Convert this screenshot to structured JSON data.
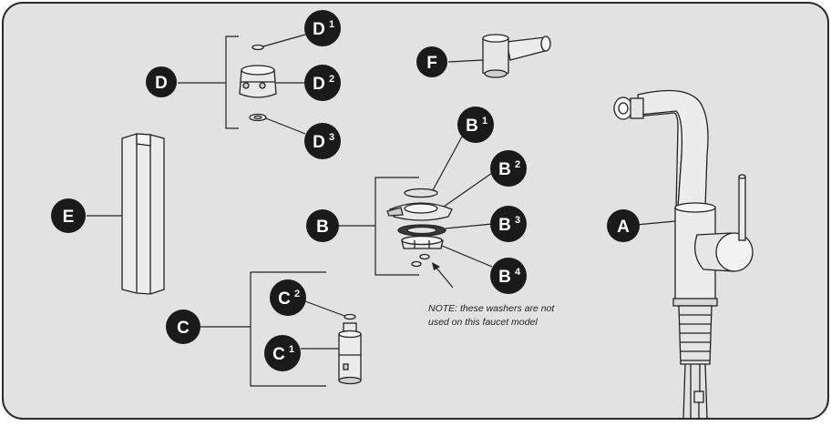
{
  "colors": {
    "panel_bg": "#e2e2e2",
    "panel_border": "#2b2b2b",
    "badge_fill": "#1a1a1a",
    "badge_text": "#ffffff",
    "part_fill": "#ececec",
    "part_stroke": "#222222"
  },
  "labels": {
    "A": "A",
    "B": "B",
    "B1": "B",
    "B1_sup": "1",
    "B2": "B",
    "B2_sup": "2",
    "B3": "B",
    "B3_sup": "3",
    "B4": "B",
    "B4_sup": "4",
    "C": "C",
    "C1": "C",
    "C1_sup": "1",
    "C2": "C",
    "C2_sup": "2",
    "D": "D",
    "D1": "D",
    "D1_sup": "1",
    "D2": "D",
    "D2_sup": "2",
    "D3": "D",
    "D3_sup": "3",
    "E": "E",
    "F": "F"
  },
  "note": {
    "line1": "NOTE: these washers are not",
    "line2": "used on this faucet model"
  }
}
